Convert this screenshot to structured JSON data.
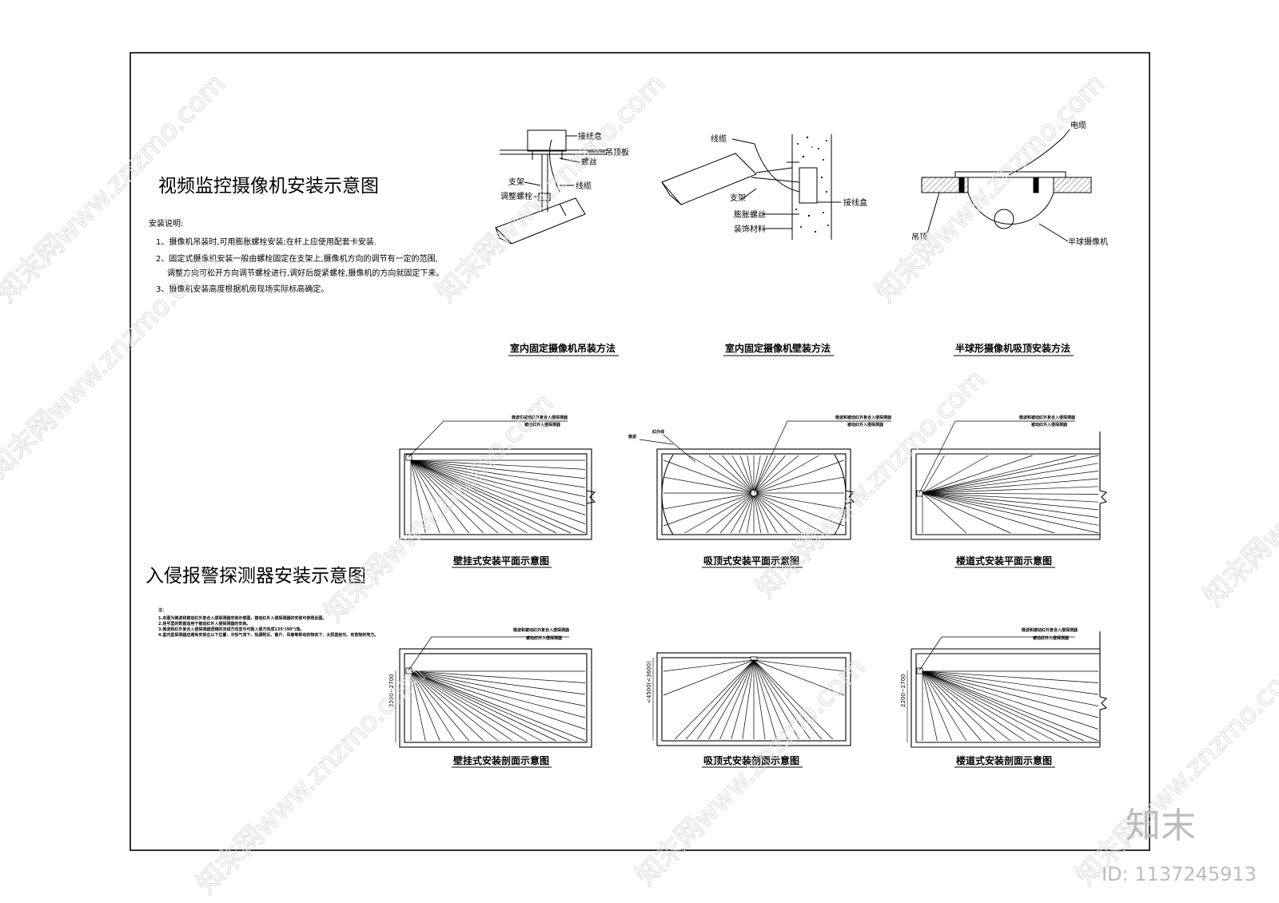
{
  "video": {
    "title": "视频监控摄像机安装示意图",
    "notes_heading": "安装说明:",
    "notes": [
      "1、摄像机吊装时,可用膨胀螺栓安装;在杆上应使用配套卡安装.",
      "2、固定式摄像机安装一般由螺栓固定在支架上,摄像机方向的调节有一定的范围,",
      "调整方向可松开方向调节螺栓进行,调好后旋紧螺栓,摄像机的方向就固定下来。",
      "3、摄像机安装高度根据机房现场实际标高确定。"
    ],
    "hang": {
      "caption": "室内固定摄像机吊装方法",
      "labels": {
        "box": "接线盒",
        "ceiling": "吊顶板",
        "screw": "螺丝",
        "bracket": "支架",
        "cable": "线缆",
        "bolt": "调整螺栓"
      }
    },
    "wall": {
      "caption": "室内固定摄像机壁装方法",
      "labels": {
        "cable": "线缆",
        "bracket": "支架",
        "box": "接线盒",
        "anchor": "膨胀螺丝",
        "finish": "装饰材料"
      }
    },
    "dome": {
      "caption": "半球形摄像机吸顶安装方法",
      "labels": {
        "cable": "电缆",
        "ceiling": "吊顶",
        "camera": "半球摄像机"
      }
    }
  },
  "alarm": {
    "title": "入侵报警探测器安装示意图",
    "notes_heading": "注：",
    "notes": [
      "1.本图为微波和被动红外复合入侵探测器安装示意图，被动红外入侵探测器的安装可参照此图。",
      "2.括号里的数据适用于被动红外入侵探测器的安装。",
      "3.微波和红外复合入侵探测器透镜的法线方向宜与可能入侵方向成135°(90°)角。",
      "4.室内型探测器应避免安装在以下位置：冷热气流下、热源附近、窗户、吊扇等移动的物体下、太阳直射光、有宽物的地方。"
    ],
    "detector_label": "微波和被动红外复合入侵探测器",
    "pir_label": "被动红外入侵探测器",
    "microwave_label": "微波",
    "infrared_label": "红外线",
    "plan_wall_caption": "壁挂式安装平面示意图",
    "plan_ceiling_caption": "吸顶式安装平面示意图",
    "plan_corridor_caption": "楼道式安装平面示意图",
    "sec_wall_caption": "壁挂式安装剖面示意图",
    "sec_ceiling_caption": "吸顶式安装剖面示意图",
    "sec_corridor_caption": "楼道式安装剖面示意图",
    "dim_wall": "2200~2700",
    "dim_ceiling": "<4500(<3600)",
    "dim_corridor": "2200~2700"
  },
  "brand": {
    "logo": "知末",
    "id": "ID: 1137245913",
    "watermark": "知末网www.znzmo.com"
  }
}
